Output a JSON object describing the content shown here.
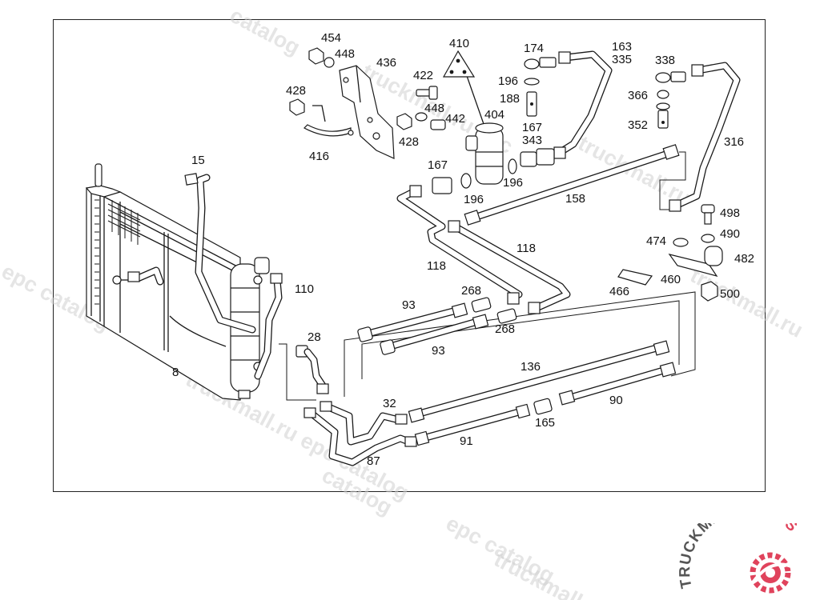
{
  "part_numbers": [
    "454",
    "448",
    "436",
    "410",
    "174",
    "163",
    "335",
    "338",
    "428",
    "422",
    "448",
    "442",
    "404",
    "196",
    "188",
    "167",
    "343",
    "366",
    "352",
    "316",
    "416",
    "428",
    "167",
    "196",
    "196",
    "15",
    "158",
    "498",
    "490",
    "474",
    "482",
    "118",
    "118",
    "466",
    "460",
    "110",
    "268",
    "500",
    "93",
    "268",
    "93",
    "28",
    "136",
    "8",
    "32",
    "165",
    "90",
    "87",
    "91"
  ],
  "watermark": {
    "text": "truckmall.ru epc catalog",
    "fragments": [
      "catalog",
      "truckmall.ru epc",
      "truckmall.ru",
      "epc catalog",
      "truckmall.ru epc catalog",
      "catalog",
      "epc catalog",
      "truckmall.ru",
      "truckmall.ru"
    ]
  },
  "logo": {
    "left": "TRUCKMALL",
    "right": "PARTS",
    "colors": {
      "left": "#555555",
      "right": "#e0435c"
    }
  }
}
